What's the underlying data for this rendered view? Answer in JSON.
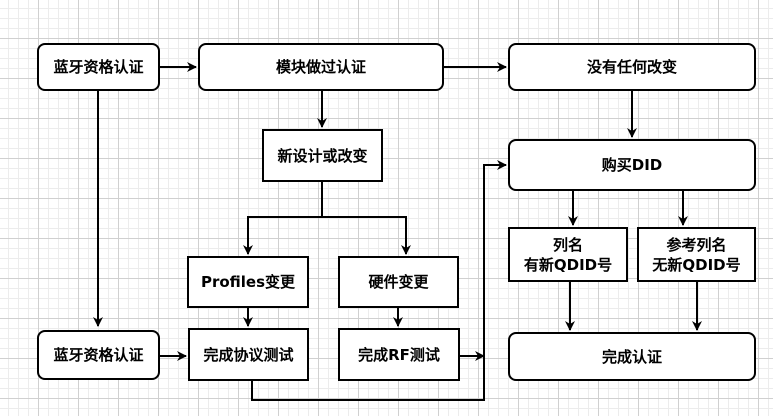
{
  "diagram": {
    "nodes": {
      "bt_qual_top": "蓝牙资格认证",
      "module_certified": "模块做过认证",
      "no_change": "没有任何改变",
      "new_design": "新设计或改变",
      "buy_did": "购买DID",
      "profiles_change": "Profiles变更",
      "hardware_change": "硬件变更",
      "listing_line1": "列名",
      "listing_line2": "有新QDID号",
      "ref_listing_line1": "参考列名",
      "ref_listing_line2": "无新QDID号",
      "bt_qual_bottom": "蓝牙资格认证",
      "protocol_test": "完成协议测试",
      "rf_test": "完成RF测试",
      "complete_cert": "完成认证"
    },
    "colors": {
      "stroke": "#000000",
      "fill": "#ffffff"
    }
  }
}
